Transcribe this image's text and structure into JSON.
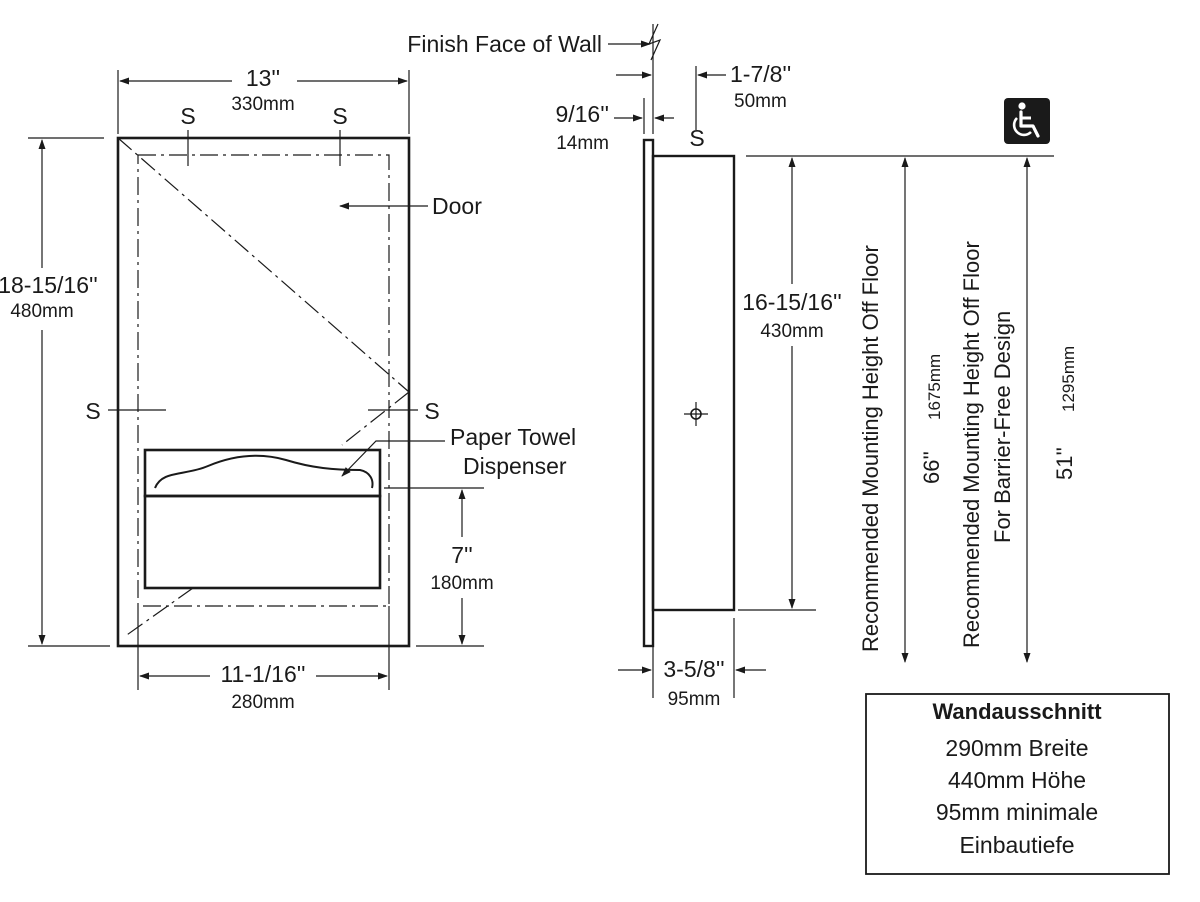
{
  "front_view": {
    "width_in": "13''",
    "width_mm": "330mm",
    "height_in": "18-15/16''",
    "height_mm": "480mm",
    "screw_label": "S",
    "door_label": "Door",
    "dispenser_label_line1": "Paper Towel",
    "dispenser_label_line2": "Dispenser",
    "dispenser_height_in": "7''",
    "dispenser_height_mm": "180mm",
    "inner_width_in": "11-1/16''",
    "inner_width_mm": "280mm"
  },
  "side_view": {
    "wall_label": "Finish Face of Wall",
    "flange_in": "9/16''",
    "flange_mm": "14mm",
    "projection_in": "1-7/8''",
    "projection_mm": "50mm",
    "screw_label": "S",
    "body_height_in": "16-15/16''",
    "body_height_mm": "430mm",
    "depth_in": "3-5/8''",
    "depth_mm": "95mm"
  },
  "mounting": {
    "standard_label": "Recommended Mounting Height Off Floor",
    "standard_in": "66''",
    "standard_mm": "1675mm",
    "barrier_free_label_line1": "Recommended Mounting Height Off Floor",
    "barrier_free_label_line2": "For Barrier-Free Design",
    "barrier_free_in": "51''",
    "barrier_free_mm": "1295mm",
    "accessibility_icon": "wheelchair-icon"
  },
  "cutout_box": {
    "title": "Wandausschnitt",
    "line1": "290mm  Breite",
    "line2": "440mm  Höhe",
    "line3": "95mm  minimale",
    "line4": "Einbautiefe"
  }
}
